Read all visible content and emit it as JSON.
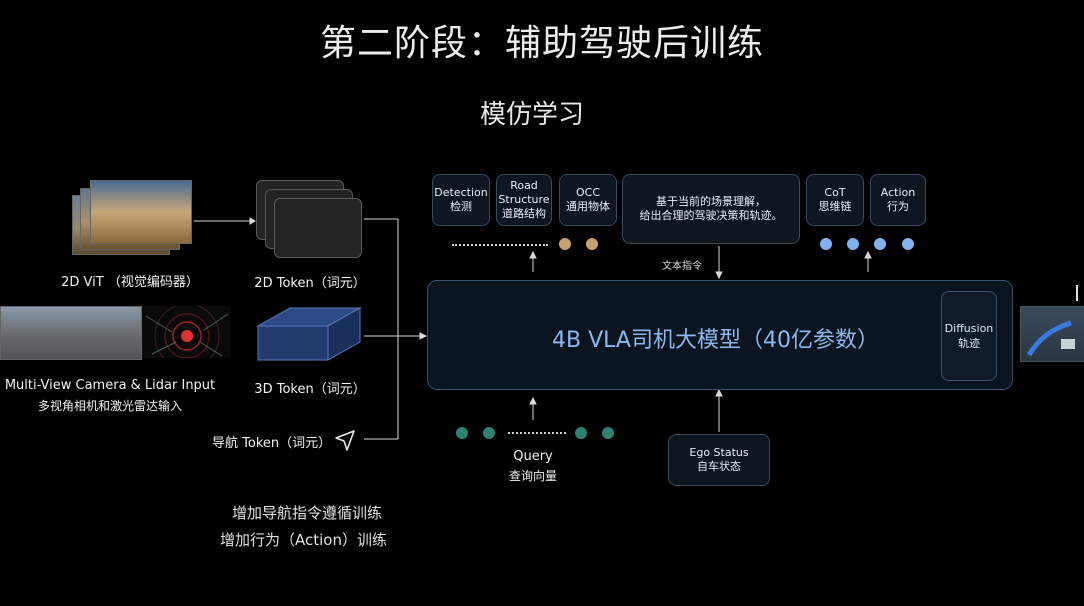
{
  "title": "第二阶段：辅助驾驶后训练",
  "subtitle": "模仿学习",
  "inputs": {
    "vit_label": "2D ViT （视觉编码器）",
    "token2d_label": "2D Token（词元）",
    "camera_label_en": "Multi-View Camera & Lidar Input",
    "camera_label_zh": "多视角相机和激光雷达输入",
    "token3d_label": "3D Token（词元）",
    "nav_label": "导航 Token（词元）"
  },
  "outputs": {
    "detection": [
      "Detection",
      "检测"
    ],
    "road": [
      "Road",
      "Structure",
      "道路结构"
    ],
    "occ": [
      "OCC",
      "通用物体"
    ],
    "reasoning": [
      "基于当前的场景理解，",
      "给出合理的驾驶决策和轨迹。"
    ],
    "cot": [
      "CoT",
      "思维链"
    ],
    "action": [
      "Action",
      "行为"
    ]
  },
  "text_instruction": "文本指令",
  "model": {
    "label": "4B VLA司机大模型（40亿参数）",
    "diffusion": [
      "Diffusion",
      "轨迹"
    ]
  },
  "query": {
    "en": "Query",
    "zh": "查询向量"
  },
  "ego": [
    "Ego Status",
    "自车状态"
  ],
  "notes": {
    "line1": "增加导航指令遵循训练",
    "line2": "增加行为（Action）训练"
  },
  "colors": {
    "background": "#000000",
    "model_text": "#8ab8f0",
    "tan_dot": "#c8a070",
    "blue_dot": "#7fb2ee",
    "teal_dot": "#2e8272"
  }
}
